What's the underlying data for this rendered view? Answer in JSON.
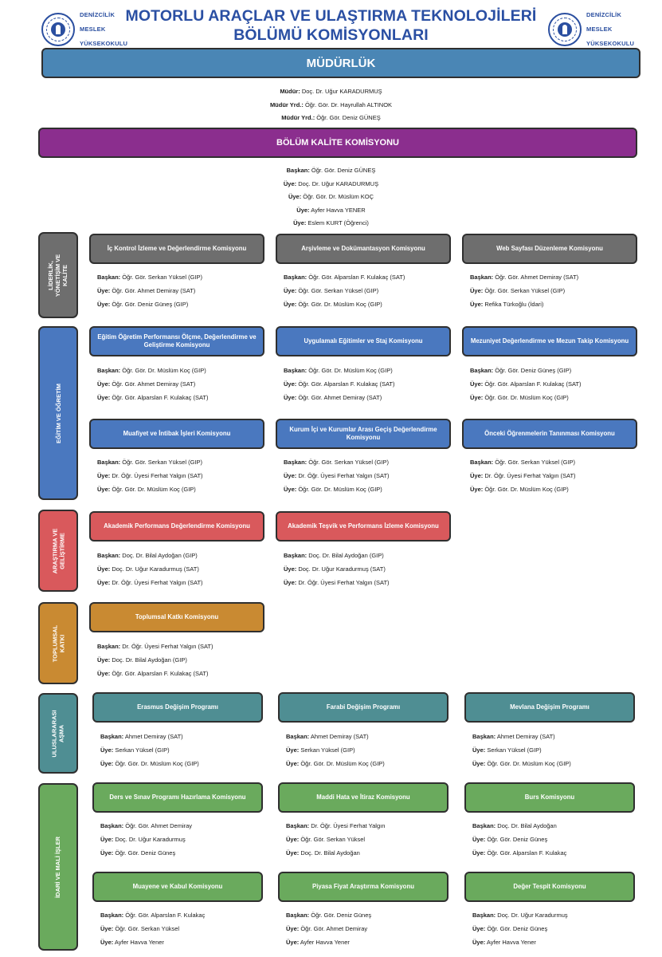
{
  "header": {
    "logo_left": {
      "line1": "DENİZCİLİK",
      "line2": "MESLEK",
      "line3": "YÜKSEKOKULU"
    },
    "logo_right": {
      "line1": "DENİZCİLİK",
      "line2": "MESLEK",
      "line3": "YÜKSEKOKULU"
    },
    "title_line1": "MOTORLU ARAÇLAR VE ULAŞTIRMA TEKNOLOJİLERİ",
    "title_line2": "BÖLÜMÜ KOMİSYONLARI"
  },
  "mudurluk": {
    "title": "MÜDÜRLÜK",
    "rows": [
      {
        "role": "Müdür:",
        "name": " Doç. Dr. Uğur KARADURMUŞ"
      },
      {
        "role": "Müdür Yrd.:",
        "name": " Öğr. Gör. Dr. Hayrullah ALTINOK"
      },
      {
        "role": "Müdür Yrd.:",
        "name": " Öğr. Gör. Deniz GÜNEŞ"
      }
    ]
  },
  "kalite": {
    "title": "BÖLÜM KALİTE KOMİSYONU",
    "rows": [
      {
        "role": "Başkan:",
        "name": " Öğr. Gör. Deniz GÜNEŞ"
      },
      {
        "role": "Üye:",
        "name": " Doç. Dr. Uğur KARADURMUŞ"
      },
      {
        "role": "Üye:",
        "name": " Öğr. Gör. Dr. Müslüm KOÇ"
      },
      {
        "role": "Üye:",
        "name": " Ayfer Havva YENER"
      },
      {
        "role": "Üye:",
        "name": " Eslem KURT (Öğrenci)"
      }
    ]
  },
  "sections": {
    "liderlik": {
      "label_lines": [
        "LİDERLİK,",
        "YÖNETİŞİM VE",
        "KALİTE"
      ],
      "color": "#6e6e6e",
      "committees": [
        {
          "title": "İç Kontrol İzleme ve Değerlendirme Komisyonu",
          "members": [
            {
              "role": "Başkan:",
              "name": " Öğr. Gör. Serkan Yüksel (GIP)"
            },
            {
              "role": "Üye:",
              "name": " Öğr. Gör. Ahmet Demiray (SAT)"
            },
            {
              "role": "Üye:",
              "name": " Öğr. Gör. Deniz Güneş (GIP)"
            }
          ]
        },
        {
          "title": "Arşivleme ve Dokümantasyon Komisyonu",
          "members": [
            {
              "role": "Başkan:",
              "name": " Öğr. Gör. Alparslan F. Kulakaç (SAT)"
            },
            {
              "role": "Üye:",
              "name": " Öğr. Gör. Serkan Yüksel (GIP)"
            },
            {
              "role": "Üye:",
              "name": " Öğr. Gör. Dr. Müslüm Koç (GIP)"
            }
          ]
        },
        {
          "title": "Web Sayfası Düzenleme Komisyonu",
          "members": [
            {
              "role": "Başkan:",
              "name": " Öğr. Gör. Ahmet Demiray (SAT)"
            },
            {
              "role": "Üye:",
              "name": " Öğr. Gör. Serkan Yüksel (GIP)"
            },
            {
              "role": "Üye:",
              "name": " Refika Türkoğlu (İdari)"
            }
          ]
        }
      ]
    },
    "egitim": {
      "label_lines": [
        "EĞİTİM VE ÖĞRETİM"
      ],
      "color": "#4a78bf",
      "committees": [
        {
          "title": "Eğitim Öğretim Performansı Ölçme, Değerlendirme ve Geliştirme Komisyonu",
          "members": [
            {
              "role": "Başkan:",
              "name": " Öğr. Gör. Dr. Müslüm Koç (GIP)"
            },
            {
              "role": "Üye:",
              "name": " Öğr. Gör. Ahmet Demiray (SAT)"
            },
            {
              "role": "Üye:",
              "name": " Öğr. Gör. Alparslan F. Kulakaç (SAT)"
            }
          ]
        },
        {
          "title": "Uygulamalı Eğitimler ve Staj Komisyonu",
          "members": [
            {
              "role": "Başkan:",
              "name": " Öğr. Gör. Dr. Müslüm Koç (GIP)"
            },
            {
              "role": "Üye:",
              "name": " Öğr. Gör. Alparslan F. Kulakaç (SAT)"
            },
            {
              "role": "Üye:",
              "name": " Öğr. Gör. Ahmet Demiray (SAT)"
            }
          ]
        },
        {
          "title": "Mezuniyet Değerlendirme ve Mezun Takip Komisyonu",
          "members": [
            {
              "role": "Başkan:",
              "name": " Öğr. Gör. Deniz Güneş (GIP)"
            },
            {
              "role": "Üye:",
              "name": " Öğr. Gör. Alparslan F. Kulakaç (SAT)"
            },
            {
              "role": "Üye:",
              "name": " Öğr. Gör. Dr. Müslüm Koç (GIP)"
            }
          ]
        },
        {
          "title": "Muafiyet ve İntibak İşleri Komisyonu",
          "members": [
            {
              "role": "Başkan:",
              "name": " Öğr. Gör. Serkan Yüksel (GIP)"
            },
            {
              "role": "Üye:",
              "name": " Dr. Öğr. Üyesi Ferhat Yalgın (SAT)"
            },
            {
              "role": "Üye:",
              "name": " Öğr. Gör. Dr. Müslüm Koç (GIP)"
            }
          ]
        },
        {
          "title": "Kurum İçi ve Kurumlar Arası Geçiş Değerlendirme Komisyonu",
          "members": [
            {
              "role": "Başkan:",
              "name": " Öğr. Gör. Serkan Yüksel (GIP)"
            },
            {
              "role": "Üye:",
              "name": " Dr. Öğr. Üyesi Ferhat Yalgın (SAT)"
            },
            {
              "role": "Üye:",
              "name": " Öğr. Gör. Dr. Müslüm Koç (GIP)"
            }
          ]
        },
        {
          "title": "Önceki Öğrenmelerin Tanınması Komisyonu",
          "members": [
            {
              "role": "Başkan:",
              "name": " Öğr. Gör. Serkan Yüksel (GIP)"
            },
            {
              "role": "Üye:",
              "name": " Dr. Öğr. Üyesi Ferhat Yalgın (SAT)"
            },
            {
              "role": "Üye:",
              "name": " Öğr. Gör. Dr. Müslüm Koç (GIP)"
            }
          ]
        }
      ]
    },
    "arastirma": {
      "label_lines": [
        "ARAŞTIRMA VE",
        "GELİŞTİRME"
      ],
      "color": "#d9595c",
      "committees": [
        {
          "title": "Akademik Performans Değerlendirme Komisyonu",
          "members": [
            {
              "role": "Başkan:",
              "name": " Doç. Dr. Bilal Aydoğan (GIP)"
            },
            {
              "role": "Üye:",
              "name": " Doç. Dr. Uğur Karadurmuş (SAT)"
            },
            {
              "role": "Üye:",
              "name": " Dr. Öğr. Üyesi Ferhat Yalgın (SAT)"
            }
          ]
        },
        {
          "title": "Akademik Teşvik ve Performans İzleme Komisyonu",
          "members": [
            {
              "role": "Başkan:",
              "name": " Doç. Dr. Bilal Aydoğan (GIP)"
            },
            {
              "role": "Üye:",
              "name": " Doç. Dr. Uğur Karadurmuş (SAT)"
            },
            {
              "role": "Üye:",
              "name": " Dr. Öğr. Üyesi Ferhat Yalgın (SAT)"
            }
          ]
        }
      ]
    },
    "toplumsal": {
      "label_lines": [
        "TOPLUMSAL",
        "KATKI"
      ],
      "color": "#c98a32",
      "committees": [
        {
          "title": "Toplumsal Katkı Komisyonu",
          "members": [
            {
              "role": "Başkan:",
              "name": " Dr. Öğr. Üyesi Ferhat Yalgın (SAT)"
            },
            {
              "role": "Üye:",
              "name": " Doç. Dr. Bilal Aydoğan (GIP)"
            },
            {
              "role": "Üye:",
              "name": " Öğr. Gör. Alparslan F. Kulakaç (SAT)"
            }
          ]
        }
      ]
    },
    "uluslararasi": {
      "label_lines": [
        "ULUSLARARASI",
        "AŞMA"
      ],
      "color": "#4f8e93",
      "committees": [
        {
          "title": "Erasmus Değişim Programı",
          "members": [
            {
              "role": "Başkan:",
              "name": " Ahmet Demiray (SAT)"
            },
            {
              "role": "Üye:",
              "name": " Serkan Yüksel (GIP)"
            },
            {
              "role": "Üye:",
              "name": " Öğr. Gör. Dr. Müslüm Koç (GIP)"
            }
          ]
        },
        {
          "title": "Farabi Değişim Programı",
          "members": [
            {
              "role": "Başkan:",
              "name": " Ahmet Demiray (SAT)"
            },
            {
              "role": "Üye:",
              "name": " Serkan Yüksel (GIP)"
            },
            {
              "role": "Üye:",
              "name": " Öğr. Gör. Dr. Müslüm Koç (GIP)"
            }
          ]
        },
        {
          "title": "Mevlana Değişim Programı",
          "members": [
            {
              "role": "Başkan:",
              "name": " Ahmet Demiray (SAT)"
            },
            {
              "role": "Üye:",
              "name": " Serkan Yüksel (GIP)"
            },
            {
              "role": "Üye:",
              "name": " Öğr. Gör. Dr. Müslüm Koç (GIP)"
            }
          ]
        }
      ]
    },
    "idari": {
      "label_lines": [
        "İDARİ VE MALİ İŞLER"
      ],
      "color": "#6aaa5d",
      "committees": [
        {
          "title": "Ders ve Sınav Programı Hazırlama Komisyonu",
          "members": [
            {
              "role": "Başkan:",
              "name": " Öğr. Gör. Ahmet Demiray"
            },
            {
              "role": "Üye:",
              "name": " Doç. Dr. Uğur Karadurmuş"
            },
            {
              "role": "Üye:",
              "name": " Öğr. Gör. Deniz Güneş"
            }
          ]
        },
        {
          "title": "Maddi Hata ve İtiraz Komisyonu",
          "members": [
            {
              "role": "Başkan:",
              "name": " Dr. Öğr. Üyesi Ferhat Yalgın"
            },
            {
              "role": "Üye:",
              "name": " Öğr. Gör. Serkan Yüksel"
            },
            {
              "role": "Üye:",
              "name": " Doç. Dr. Bilal Aydoğan"
            }
          ]
        },
        {
          "title": "Burs Komisyonu",
          "members": [
            {
              "role": "Başkan:",
              "name": " Doç. Dr. Bilal Aydoğan"
            },
            {
              "role": "Üye:",
              "name": " Öğr. Gör. Deniz Güneş"
            },
            {
              "role": "Üye:",
              "name": " Öğr. Gör. Alparslan F. Kulakaç"
            }
          ]
        },
        {
          "title": "Muayene ve Kabul Komisyonu",
          "members": [
            {
              "role": "Başkan:",
              "name": " Öğr. Gör. Alparslan F. Kulakaç"
            },
            {
              "role": "Üye:",
              "name": " Öğr. Gör. Serkan Yüksel"
            },
            {
              "role": "Üye:",
              "name": " Ayfer Havva Yener"
            }
          ]
        },
        {
          "title": "Piyasa Fiyat Araştırma Komisyonu",
          "members": [
            {
              "role": "Başkan:",
              "name": " Öğr. Gör. Deniz Güneş"
            },
            {
              "role": "Üye:",
              "name": " Öğr. Gör. Ahmet Demiray"
            },
            {
              "role": "Üye:",
              "name": " Ayfer Havva Yener"
            }
          ]
        },
        {
          "title": "Değer Tespit Komisyonu",
          "members": [
            {
              "role": "Başkan:",
              "name": " Doç. Dr. Uğur Karadurmuş"
            },
            {
              "role": "Üye:",
              "name": " Öğr. Gör. Deniz Güneş"
            },
            {
              "role": "Üye:",
              "name": " Ayfer Havva Yener"
            }
          ]
        }
      ]
    }
  }
}
